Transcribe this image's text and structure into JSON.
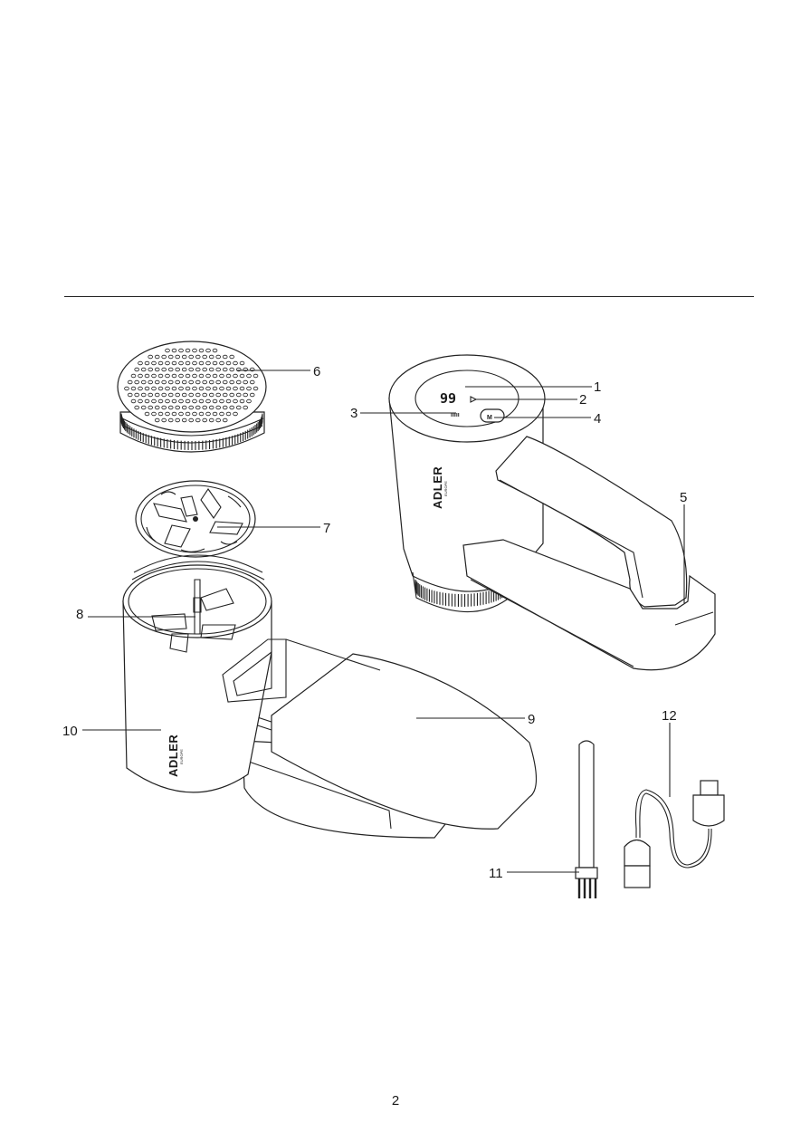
{
  "page_number": "2",
  "brand": {
    "name": "ADLER",
    "sub": "EUROPE"
  },
  "display": {
    "digits": "99",
    "button": "M",
    "indicator": "ııııı"
  },
  "callouts": [
    {
      "id": "c1",
      "label": "1"
    },
    {
      "id": "c2",
      "label": "2"
    },
    {
      "id": "c3",
      "label": "3"
    },
    {
      "id": "c4",
      "label": "4"
    },
    {
      "id": "c5",
      "label": "5"
    },
    {
      "id": "c6",
      "label": "6"
    },
    {
      "id": "c7",
      "label": "7"
    },
    {
      "id": "c8",
      "label": "8"
    },
    {
      "id": "c9",
      "label": "9"
    },
    {
      "id": "c10",
      "label": "10"
    },
    {
      "id": "c11",
      "label": "11"
    },
    {
      "id": "c12",
      "label": "12"
    }
  ]
}
